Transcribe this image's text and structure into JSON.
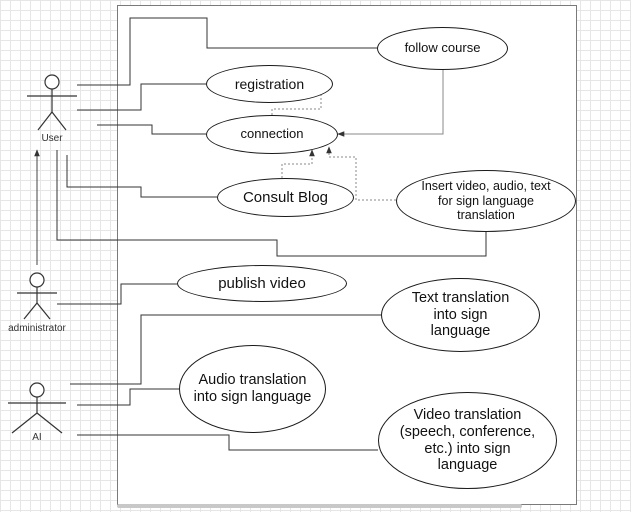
{
  "diagram": {
    "actors": [
      {
        "id": "user",
        "label": "User"
      },
      {
        "id": "administrator",
        "label": "administrator"
      },
      {
        "id": "ai",
        "label": "AI"
      }
    ],
    "use_cases": [
      {
        "id": "follow-course",
        "label": "follow course"
      },
      {
        "id": "registration",
        "label": "registration"
      },
      {
        "id": "connection",
        "label": "connection"
      },
      {
        "id": "consult-blog",
        "label": "Consult Blog"
      },
      {
        "id": "insert-video",
        "label": "Insert video, audio, text for sign language translation"
      },
      {
        "id": "publish-video",
        "label": "publish video"
      },
      {
        "id": "text-translation",
        "label": "Text translation into sign language"
      },
      {
        "id": "audio-translation",
        "label": "Audio translation into sign language"
      },
      {
        "id": "video-translation",
        "label": "Video translation (speech, conference, etc.) into sign language"
      }
    ],
    "colors": {
      "line": "#333333",
      "border": "#1a1a1a",
      "dotted": "#888888",
      "grid": "#e6e6e6"
    }
  }
}
